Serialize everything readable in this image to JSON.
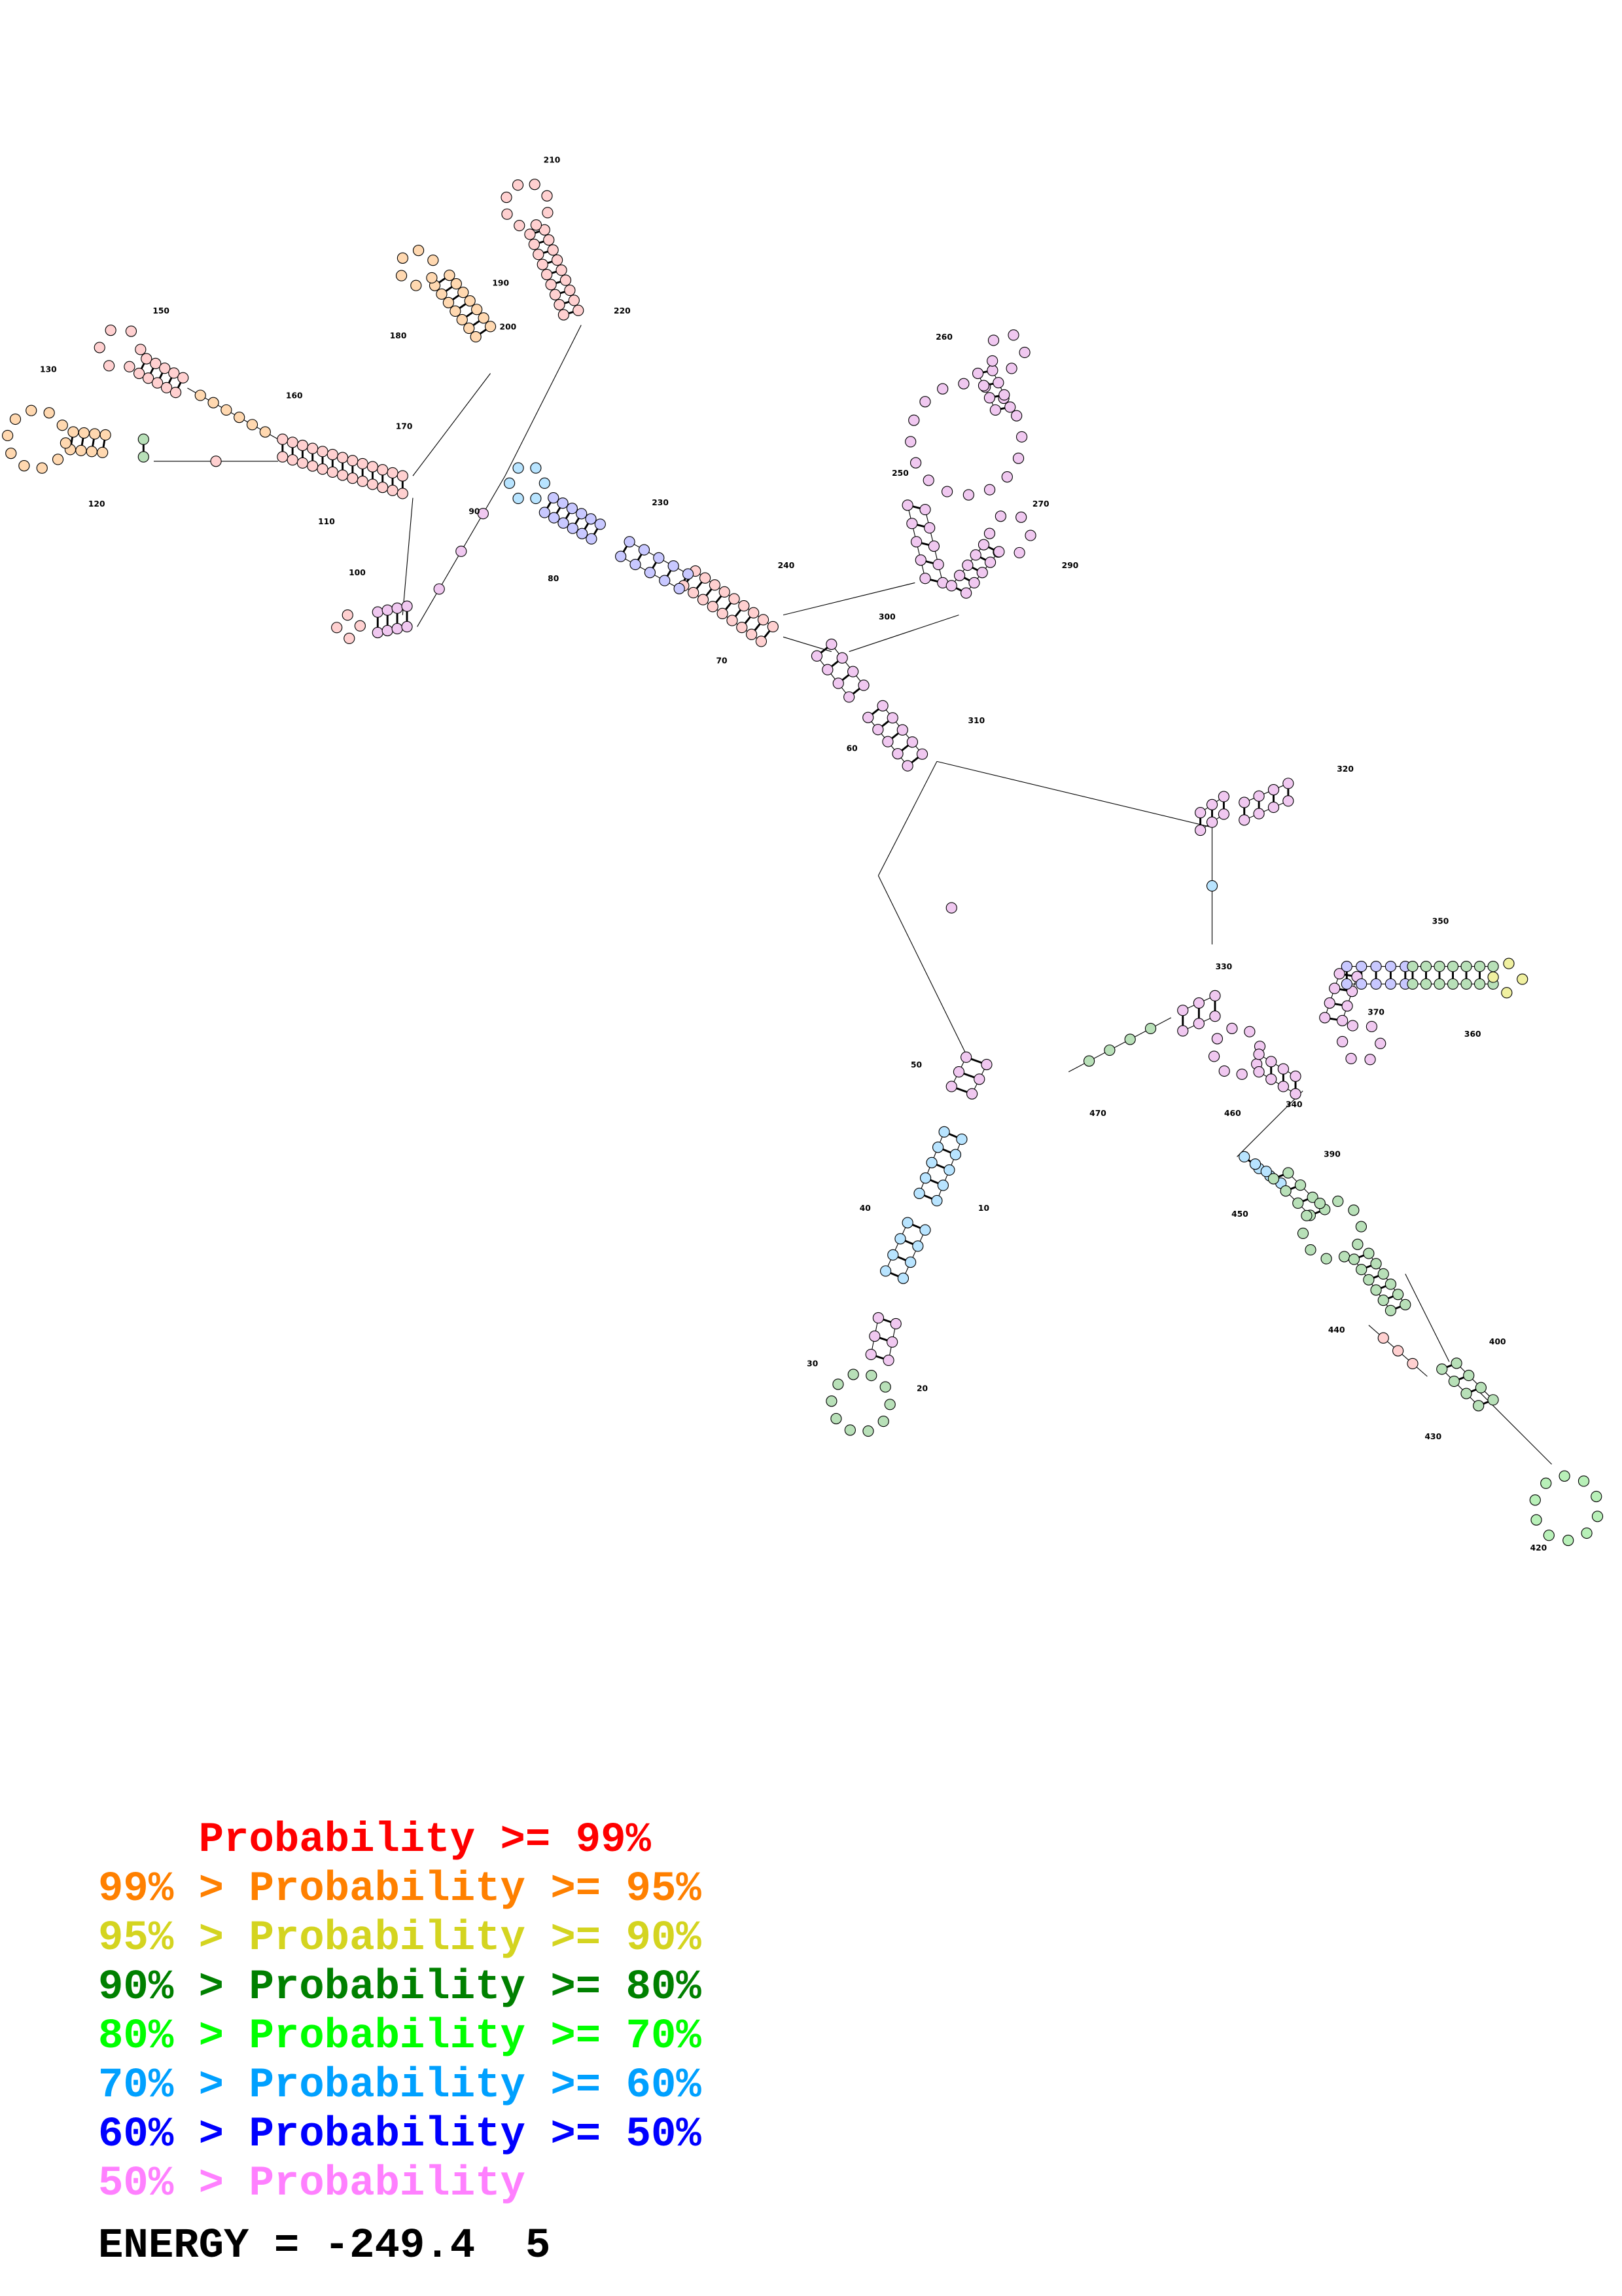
{
  "title": "RNA secondary structure (base-pair probability coloring)",
  "position_labels": [
    "10",
    "20",
    "30",
    "40",
    "50",
    "60",
    "70",
    "80",
    "90",
    "100",
    "110",
    "120",
    "130",
    "150",
    "160",
    "170",
    "180",
    "190",
    "200",
    "210",
    "220",
    "230",
    "240",
    "250",
    "260",
    "270",
    "290",
    "300",
    "310",
    "320",
    "330",
    "340",
    "350",
    "360",
    "370",
    "390",
    "400",
    "420",
    "430",
    "440",
    "450",
    "460",
    "470"
  ],
  "legend": [
    {
      "prefix": "    ",
      "text": "Probability >= 99%",
      "color": "#ff0000"
    },
    {
      "prefix": "99% > ",
      "text": "Probability >= 95%",
      "color": "#ff8000"
    },
    {
      "prefix": "95% > ",
      "text": "Probability >= 90%",
      "color": "#d4d420"
    },
    {
      "prefix": "90% > ",
      "text": "Probability >= 80%",
      "color": "#008000"
    },
    {
      "prefix": "80% > ",
      "text": "Probability >= 70%",
      "color": "#00ff00"
    },
    {
      "prefix": "70% > ",
      "text": "Probability >= 60%",
      "color": "#00a0ff"
    },
    {
      "prefix": "60% > ",
      "text": "Probability >= 50%",
      "color": "#0000ff"
    },
    {
      "prefix": "50% > ",
      "text": "Probability",
      "color": "#ff80ff"
    }
  ],
  "energy": {
    "label": "ENERGY = ",
    "value": "-249.4",
    "structure_number": "5"
  }
}
